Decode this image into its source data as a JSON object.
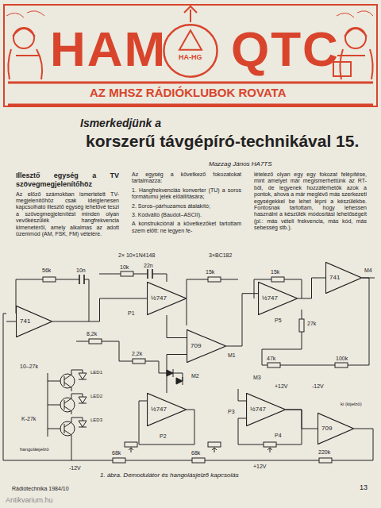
{
  "diagram": {
    "title": "korszerű távgépíró-technikával 15.",
    "caption": "1. ábra. Demodulátor és hangolásjelző kapcsolás",
    "nodes": [
      {
        "text": [
          "HA-HG"
        ]
      },
      {
        "text": [
          "741"
        ]
      },
      {
        "text": [
          "½747"
        ]
      },
      {
        "text": [
          "½747"
        ]
      },
      {
        "text": [
          "741"
        ]
      },
      {
        "text": [
          "709"
        ]
      },
      {
        "text": [
          "½747"
        ]
      },
      {
        "text": [
          "½747"
        ]
      },
      {
        "text": [
          "709"
        ]
      }
    ],
    "edges": [
      {
        "from": 1,
        "to": 2,
        "arrow": "none"
      },
      {
        "from": 2,
        "to": 5,
        "arrow": "none"
      },
      {
        "from": 5,
        "to": 3,
        "arrow": "none"
      },
      {
        "from": 3,
        "to": 4,
        "arrow": "none"
      },
      {
        "from": 6,
        "to": 5,
        "arrow": "none"
      },
      {
        "from": 7,
        "to": 8,
        "arrow": "none"
      }
    ],
    "labels": [
      "HAM",
      "QTC",
      "AZ MHSZ RÁDIÓKLUBOK ROVATA",
      "Ismerkedjünk a",
      "Mazzag János HA7TS",
      "Illesztő egység a TV szövegmegjelenítőhöz",
      "Az előző számokban ismertetett TV-megjelenítőhöz csak ideiglenesen kapcsolható illesztő egység lehetővé teszi a szövegmegjelenítést minden olyan vevőkészülék hangfrekvencia kimenetéről, amely alkalmas az adott üzemmód (AM, FSK, FM) vételére.",
      "Az egység a következő fokozatokat tartalmazza:",
      "1. Hangfrekvenciás konverter (TU) a soros formátumú jelek előállítására;",
      "2. Soros–párhuzamos átalakító;",
      "3. Kódváltó (Baudot–ASCII).",
      "A konstrukciónál a következőket tartottam szem előtt: ne legyen fe-",
      "lételező olyan egy egy fokozat felépítése, mint amelyet már megismerhettünk az RT-ből, de legyenek hozzáférhetők azok a pontok, ahova a már meglévő más szerkezeti egységekkel be lehet lépni a készülékbe. Fontosnak tartottam, hogy lehessen használni a készülék módosítási lehetőségeit (pl.: más vételi frekvencia, más kód, más sebesség stb.).",
      "2× 10×1N4148",
      "3×BC182",
      "56k",
      "10n",
      "10k",
      "22n",
      "8,2k",
      "2,2k",
      "15k",
      "15k",
      "27k",
      "47k",
      "100k",
      "68k",
      "68k",
      "220k",
      "P1",
      "P2",
      "P3",
      "P4",
      "P5",
      "M1",
      "M2",
      "M3",
      "M4",
      "+12V",
      "-12V",
      "+12V",
      "-12V",
      "LED1",
      "LED2",
      "LED3",
      "10–27k",
      "K-27k",
      "hangolásjelző",
      "ki (kijelző)",
      "Rádiótechnika 1984/10",
      "13",
      "Antikvarium.hu"
    ]
  }
}
